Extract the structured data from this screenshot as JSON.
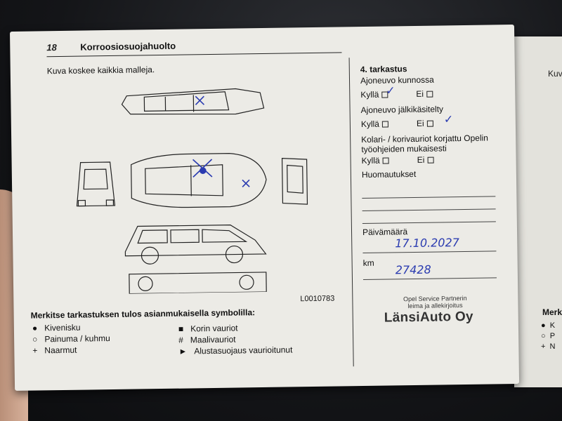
{
  "page": {
    "page_number": "18",
    "title": "Korroosiosuojahuolto",
    "caption": "Kuva koskee kaikkia malleja.",
    "figure_code": "L0010783"
  },
  "inspection": {
    "heading": "4. tarkastus",
    "q1": "Ajoneuvo kunnossa",
    "q2": "Ajoneuvo jälkikäsitelty",
    "q3_line1": "Kolari- / korivauriot korjattu Opelin",
    "q3_line2": "työohjeiden mukaisesti",
    "yes": "Kyllä",
    "no": "Ei",
    "remarks": "Huomautukset",
    "date_label": "Päivämäärä",
    "km_label": "km",
    "date_value": "17.10.2027",
    "km_value": "27428"
  },
  "legend": {
    "heading": "Merkitse tarkastuksen tulos asianmukaisella symbolilla:",
    "items": [
      {
        "symbol": "●",
        "label": "Kivenisku"
      },
      {
        "symbol": "○",
        "label": "Painuma / kuhmu"
      },
      {
        "symbol": "+",
        "label": "Naarmut"
      },
      {
        "symbol": "■",
        "label": "Korin vauriot"
      },
      {
        "symbol": "#",
        "label": "Maalivauriot"
      },
      {
        "symbol": "►",
        "label": "Alustasuojaus vaurioitunut"
      }
    ]
  },
  "stamp": {
    "line1": "Opel Service Partnerin",
    "line2": "leima ja allekirjoitus",
    "dealer": "LänsiAuto Oy"
  },
  "next_page": {
    "caption_fragment": "Kuv",
    "legend_fragment": "Merk"
  }
}
